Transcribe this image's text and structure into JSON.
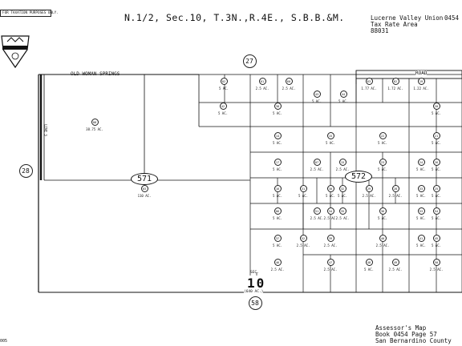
{
  "header": {
    "disclaimer": [
      "FOR TAXATION PURPOSES ONLY.",
      ""
    ],
    "title": "N.1/2, Sec.10, T.3N.,R.4E., S.B.B.&M.",
    "district_line1": "Lucerne Valley Union",
    "district_code": "0454",
    "district_line2": "Tax Rate Area",
    "tra_number": "88031"
  },
  "section_numbers": {
    "north": "27",
    "west": "28",
    "south": "58",
    "section": "10",
    "section_prefix": "SEC.",
    "section_acres": "(640 AC.)"
  },
  "roads": {
    "old_woman_springs": "OLD WOMAN SPRINGS",
    "road_label": "ROAD",
    "route_571": "571",
    "route_572": "572",
    "west_edge_label": "LINE 3"
  },
  "parcels": [
    {
      "num": "08",
      "acres": "38.75 AC."
    },
    {
      "num": "03",
      "acres": "110 AC."
    },
    {
      "num": "02",
      "acres": "5 AC."
    },
    {
      "num": "61",
      "acres": "2.5 AC."
    },
    {
      "num": "60",
      "acres": "2.5 AC."
    },
    {
      "num": "43",
      "acres": "5 AC."
    },
    {
      "num": "44",
      "acres": "5 AC."
    },
    {
      "num": "42",
      "acres": "5 AC."
    },
    {
      "num": "14",
      "acres": "5 AC."
    },
    {
      "num": "15",
      "acres": "5 AC."
    },
    {
      "num": "38",
      "acres": "5 AC."
    },
    {
      "num": "17",
      "acres": "5 AC."
    },
    {
      "num": "16",
      "acres": "5 AC."
    },
    {
      "num": "07",
      "acres": "2.5 AC."
    },
    {
      "num": "15",
      "acres": "2.5 AC."
    },
    {
      "num": "06",
      "acres": "5 AC."
    },
    {
      "num": "63",
      "acres": "1.77 AC."
    },
    {
      "num": "62",
      "acres": "1.72 AC."
    },
    {
      "num": "19",
      "acres": "1.22 AC."
    },
    {
      "num": "20",
      "acres": "5 AC."
    },
    {
      "num": "21",
      "acres": "5 AC."
    },
    {
      "num": "22",
      "acres": "5 AC."
    },
    {
      "num": "23",
      "acres": "5 AC."
    },
    {
      "num": "24",
      "acres": "5 AC."
    },
    {
      "num": "25",
      "acres": "5 AC."
    },
    {
      "num": "26",
      "acres": "5 AC."
    },
    {
      "num": "28",
      "acres": "2.5 AC."
    },
    {
      "num": "29",
      "acres": "2.5 AC."
    },
    {
      "num": "30",
      "acres": "5 AC."
    },
    {
      "num": "31",
      "acres": "5 AC."
    },
    {
      "num": "32",
      "acres": "5 AC."
    },
    {
      "num": "33",
      "acres": "5 AC."
    },
    {
      "num": "34",
      "acres": "2.5 AC."
    },
    {
      "num": "35",
      "acres": "2.5 AC."
    },
    {
      "num": "36",
      "acres": "5 AC."
    },
    {
      "num": "37",
      "acres": "5 AC."
    },
    {
      "num": "39",
      "acres": "2.5 AC."
    },
    {
      "num": "40",
      "acres": "2.5 AC."
    },
    {
      "num": "41",
      "acres": "5 AC."
    },
    {
      "num": "45",
      "acres": "5 AC."
    },
    {
      "num": "46",
      "acres": "2.5 AC."
    },
    {
      "num": "47",
      "acres": "2.5 AC."
    },
    {
      "num": "48",
      "acres": "5 AC."
    },
    {
      "num": "49",
      "acres": "2.5 AC."
    },
    {
      "num": "50",
      "acres": "2.5 AC."
    },
    {
      "num": "51",
      "acres": "2.5 AC."
    },
    {
      "num": "52",
      "acres": "2.5 AC."
    },
    {
      "num": "53",
      "acres": "5 AC."
    },
    {
      "num": "54",
      "acres": "5 AC."
    }
  ],
  "footer": {
    "line1": "Assessor's Map",
    "line2": "Book 0454 Page 57",
    "line3": "San Bernardino County",
    "corner": "005"
  }
}
